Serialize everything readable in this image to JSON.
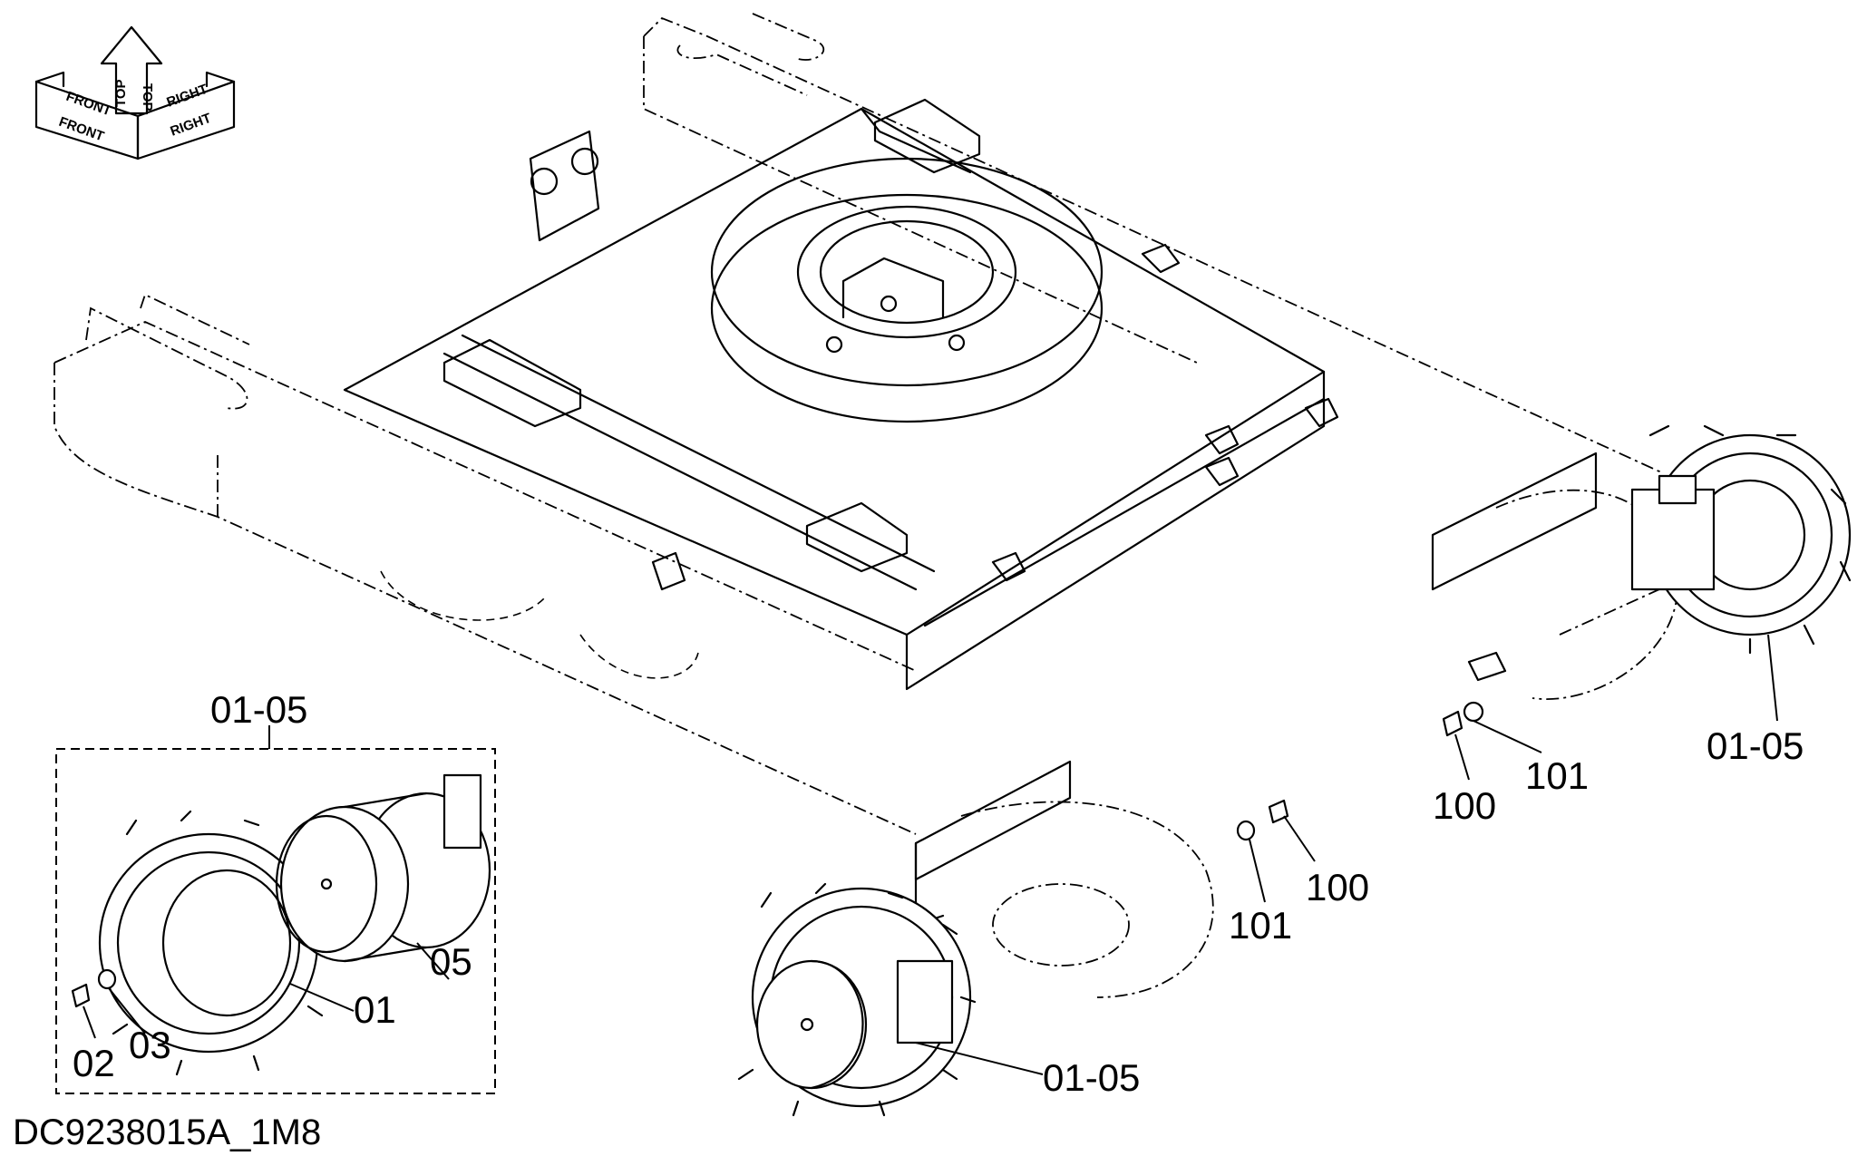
{
  "document_id": "DC9238015A_1M8",
  "orientation_indicator": {
    "front_top": "FRONT",
    "front_bottom": "FRONT",
    "top_left": "TOP",
    "top_right": "TOP",
    "right_top": "RIGHT",
    "right_bottom": "RIGHT"
  },
  "detail_box": {
    "title": "01-05"
  },
  "callouts": {
    "detail_01": "01",
    "detail_02": "02",
    "detail_03": "03",
    "detail_05": "05",
    "right_assembly": "01-05",
    "front_assembly": "01-05",
    "right_bolt": "100",
    "right_washer": "101",
    "front_bolt": "100",
    "front_washer": "101"
  }
}
